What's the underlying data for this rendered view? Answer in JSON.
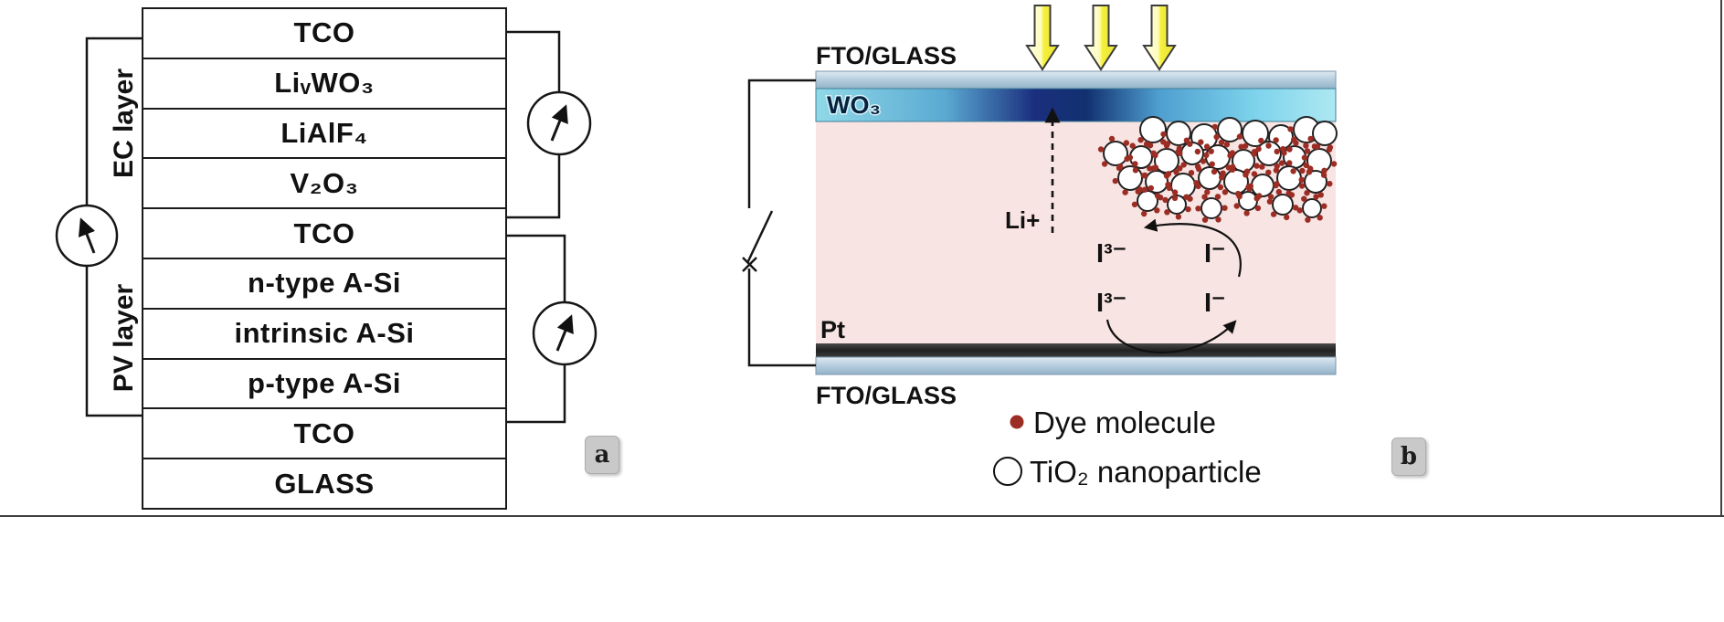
{
  "figure": {
    "panel_a": {
      "tag": "a",
      "ec_label": "EC layer",
      "pv_label": "PV layer",
      "layers": [
        "TCO",
        "LiᵥWO₃",
        "LiAlF₄",
        "V₂O₃",
        "TCO",
        "n-type A-Si",
        "intrinsic A-Si",
        "p-type A-Si",
        "TCO",
        "GLASS"
      ]
    },
    "panel_b": {
      "tag": "b",
      "top_electrode_label": "FTO/GLASS",
      "wo3_label": "WO₃",
      "li_ion_label": "Li+",
      "pt_label": "Pt",
      "bottom_electrode_label": "FTO/GLASS",
      "redox": {
        "triiodide_upper": "I³⁻",
        "iodide_upper": "I⁻",
        "triiodide_lower": "I³⁻",
        "iodide_lower": "I⁻"
      },
      "legend": {
        "dye": "Dye molecule",
        "tio2": "TiO₂ nanoparticle"
      }
    },
    "colors": {
      "wo3_cyan": "#7fd6e8",
      "wo3_dark": "#15306e",
      "electrolyte_pink": "#f8e4e2",
      "glass_blue": "#b9cfdf",
      "pt_dark": "#2b2b2b",
      "light_arrow_yellow": "#f4ef3a",
      "dye_red": "#9c2d24",
      "tag_bg": "#c9c9c9"
    }
  }
}
